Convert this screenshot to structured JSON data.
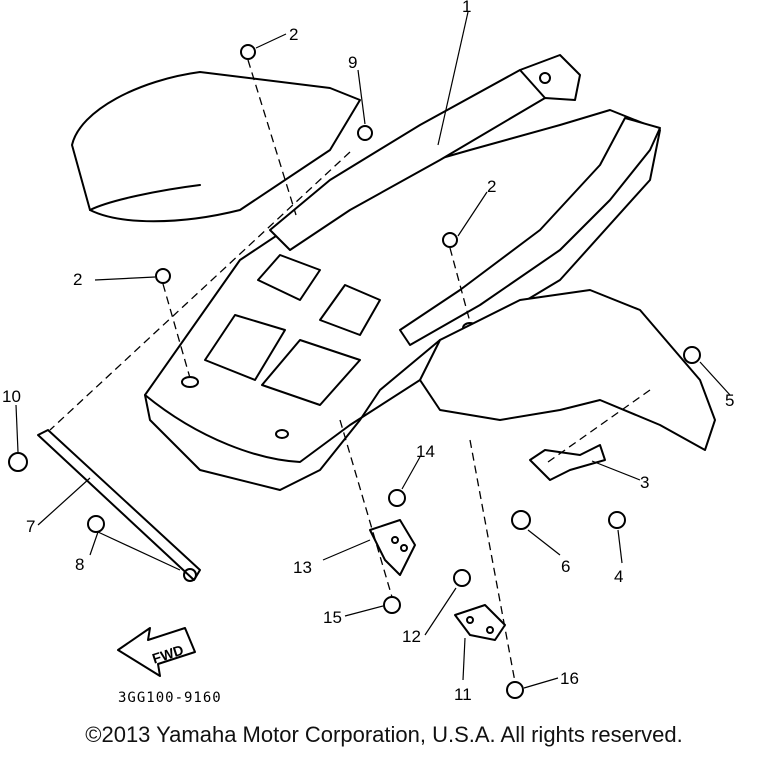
{
  "diagram": {
    "part_code": "3GG100-9160",
    "direction_label": "FWD",
    "callouts": [
      "1",
      "2",
      "2",
      "2",
      "9",
      "10",
      "7",
      "8",
      "14",
      "13",
      "15",
      "12",
      "11",
      "16",
      "5",
      "3",
      "6",
      "4"
    ]
  },
  "footer": {
    "copyright": "©2013 Yamaha Motor Corporation, U.S.A. All rights reserved."
  }
}
